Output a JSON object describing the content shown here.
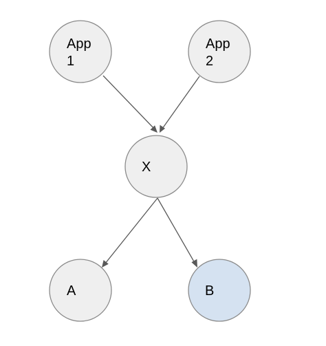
{
  "nodes": [
    {
      "id": "app1",
      "lines": [
        "App",
        "1"
      ],
      "fill": "#efefef",
      "stroke": "#8a8a8a"
    },
    {
      "id": "app2",
      "lines": [
        "App",
        "2"
      ],
      "fill": "#efefef",
      "stroke": "#8a8a8a"
    },
    {
      "id": "x",
      "lines": [
        "X"
      ],
      "fill": "#efefef",
      "stroke": "#8a8a8a"
    },
    {
      "id": "a",
      "lines": [
        "A"
      ],
      "fill": "#efefef",
      "stroke": "#8a8a8a"
    },
    {
      "id": "b",
      "lines": [
        "B"
      ],
      "fill": "#d5e2f1",
      "stroke": "#8a8a8a"
    }
  ],
  "edges": [
    {
      "from": "app1",
      "to": "x"
    },
    {
      "from": "app2",
      "to": "x"
    },
    {
      "from": "x",
      "to": "a"
    },
    {
      "from": "x",
      "to": "b"
    }
  ]
}
